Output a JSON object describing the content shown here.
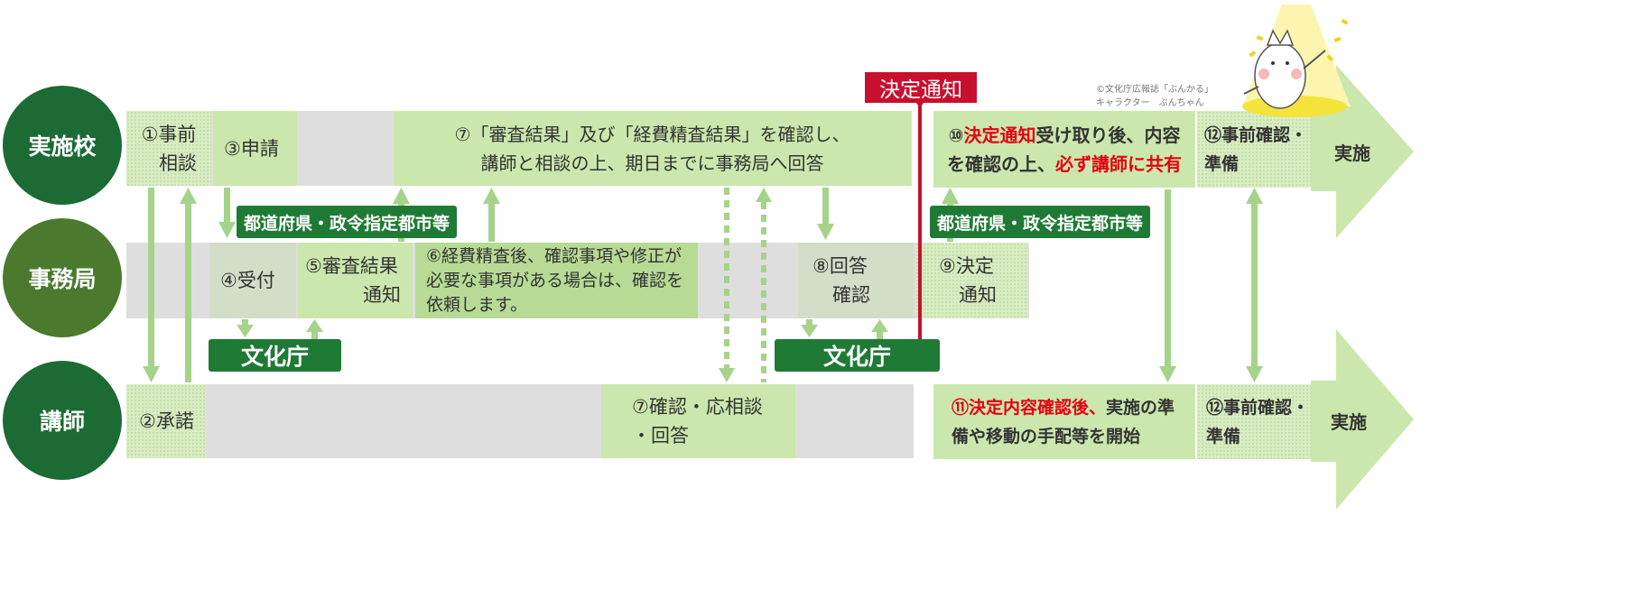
{
  "lanes": {
    "school": "実施校",
    "office": "事務局",
    "instructor": "講師"
  },
  "school_row": {
    "s1_line1": "①事前",
    "s1_line2": "相談",
    "s3": "③申請",
    "s7_line1": "⑦「審査結果」及び「経費精査結果」を確認し、",
    "s7_line2": "講師と相談の上、期日までに事務局へ回答",
    "s10_num": "⑩",
    "s10_red": "決定通知",
    "s10_rest": "受け取り後、内容",
    "s10_line2a": "を確認の上、",
    "s10_line2b": "必ず講師に共有",
    "s12_line1": "⑫事前確認・",
    "s12_line2": "準備",
    "final": "実施"
  },
  "office_row": {
    "s4": "④受付",
    "s5_line1": "⑤審査結果",
    "s5_line2": "通知",
    "s6_line1": "⑥経費精査後、確認事項や修正が",
    "s6_line2": "必要な事項がある場合は、確認を",
    "s6_line3": "依頼します。",
    "s8_line1": "⑧回答",
    "s8_line2": "確認",
    "s9_line1": "⑨決定",
    "s9_line2": "通知"
  },
  "instructor_row": {
    "s2": "②承諾",
    "s7_line1": "⑦確認・応相談",
    "s7_line2": "・回答",
    "s11_red": "⑪決定内容確認後、",
    "s11_rest": "実施の準",
    "s11_line2": "備や移動の手配等を開始",
    "s12_line1": "⑫事前確認・",
    "s12_line2": "準備",
    "final": "実施"
  },
  "labels": {
    "prefecture_1": "都道府県・政令指定都市等",
    "prefecture_2": "都道府県・政令指定都市等",
    "agency_1": "文化庁",
    "agency_2": "文化庁",
    "decision": "決定通知"
  },
  "credit": {
    "line1": "©文化庁広報誌「ぶんかる」",
    "line2": "キャラクター　ぶんちゃん"
  },
  "colors": {
    "lane_school": "#1c6b34",
    "lane_office": "#4b7a2e",
    "lane_instructor": "#1c6b34",
    "label_green": "#1f7a35",
    "arrow_green": "#a5d38a",
    "decision_red": "#c8102e"
  }
}
